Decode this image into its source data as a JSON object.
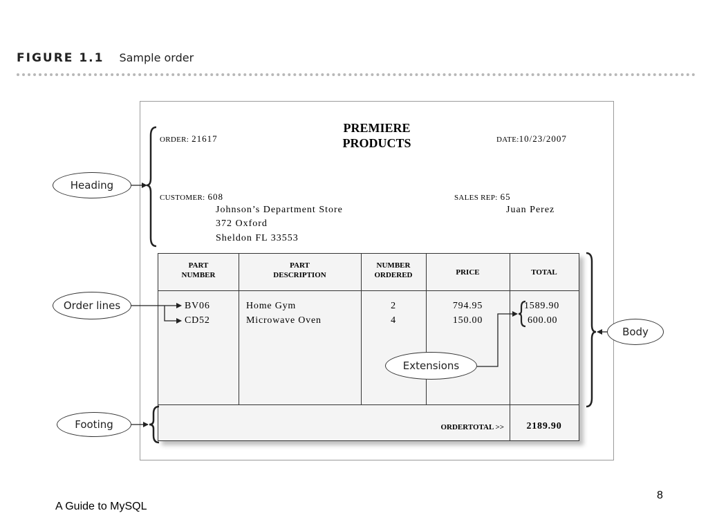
{
  "figure": {
    "label": "FIGURE 1.1",
    "caption": "Sample order"
  },
  "order": {
    "company_line1": "PREMIERE",
    "company_line2": "PRODUCTS",
    "order_label": "ORDER:",
    "order_number": "21617",
    "date_label": "DATE:",
    "date_value": "10/23/2007",
    "customer_label": "CUSTOMER:",
    "customer_number": "608",
    "customer_name": "Johnson’s Department Store",
    "customer_street": "372 Oxford",
    "customer_city": "Sheldon FL 33553",
    "sales_rep_label": "SALES REP:",
    "sales_rep_number": "65",
    "sales_rep_name": "Juan Perez"
  },
  "table": {
    "headers": {
      "part_number_1": "PART",
      "part_number_2": "NUMBER",
      "part_desc_1": "PART",
      "part_desc_2": "DESCRIPTION",
      "num_ordered_1": "NUMBER",
      "num_ordered_2": "ORDERED",
      "price": "PRICE",
      "total": "TOTAL"
    },
    "rows": [
      {
        "part": "BV06",
        "description": "Home Gym",
        "ordered": "2",
        "price": "794.95",
        "total": "1589.90"
      },
      {
        "part": "CD52",
        "description": "Microwave Oven",
        "ordered": "4",
        "price": "150.00",
        "total": "600.00"
      }
    ],
    "order_total_label": "ORDERTOTAL >>",
    "order_total_value": "2189.90"
  },
  "callouts": {
    "heading": "Heading",
    "order_lines": "Order lines",
    "footing": "Footing",
    "body": "Body",
    "extensions": "Extensions"
  },
  "footer": {
    "text": "A Guide to MySQL",
    "page_number": "8"
  },
  "colors": {
    "line": "#333333",
    "table_fill": "#f4f4f4",
    "dotted_rule": "#b8b8b8"
  }
}
